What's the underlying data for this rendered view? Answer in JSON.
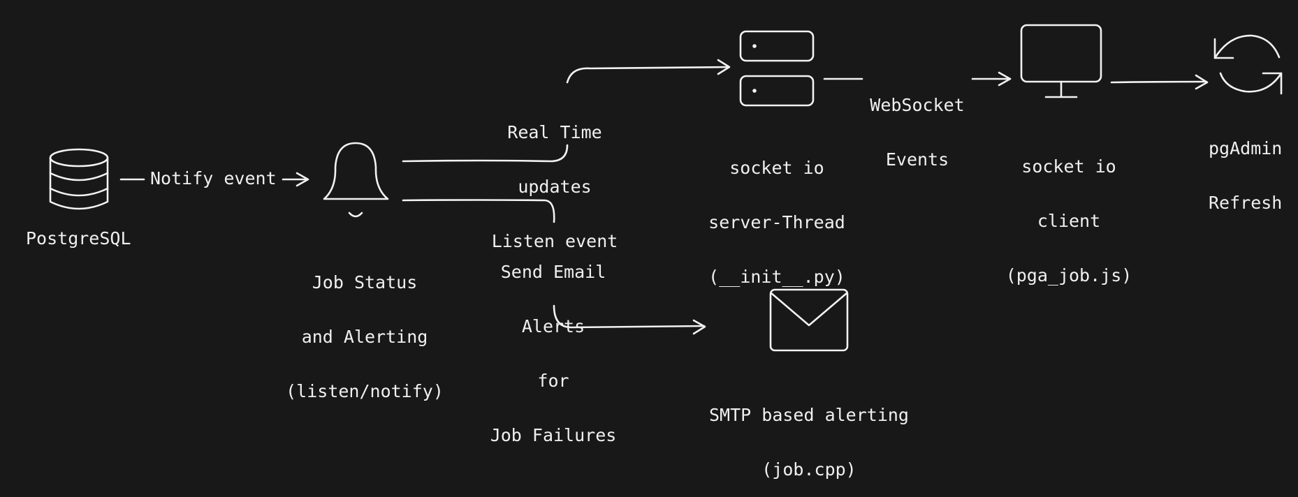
{
  "colors": {
    "background": "#181818",
    "stroke": "#f2f2f2"
  },
  "nodes": {
    "postgres": {
      "icon": "database-icon",
      "label": "PostgreSQL"
    },
    "job_status": {
      "icon": "bell-icon",
      "label_lines": [
        "Job Status",
        "and Alerting",
        "(listen/notify)"
      ]
    },
    "socket_server": {
      "icon": "server-icon",
      "label_lines": [
        "socket io",
        "server-Thread",
        "(__init__.py)"
      ]
    },
    "socket_client": {
      "icon": "monitor-icon",
      "label_lines": [
        "socket io",
        "client",
        "(pga_job.js)"
      ]
    },
    "pgadmin": {
      "icon": "refresh-icon",
      "label_lines": [
        "pgAdmin",
        "Refresh"
      ]
    },
    "smtp": {
      "icon": "mail-icon",
      "label_lines": [
        "SMTP based alerting",
        "(job.cpp)"
      ]
    }
  },
  "edges": {
    "notify": {
      "label": "Notify event"
    },
    "realtime": {
      "label_lines": [
        "Real Time",
        "updates",
        "Listen event"
      ]
    },
    "websocket": {
      "label_lines": [
        "WebSocket",
        "Events"
      ]
    },
    "email": {
      "label_lines": [
        "Send Email",
        "Alerts",
        "for",
        "Job Failures"
      ]
    }
  }
}
